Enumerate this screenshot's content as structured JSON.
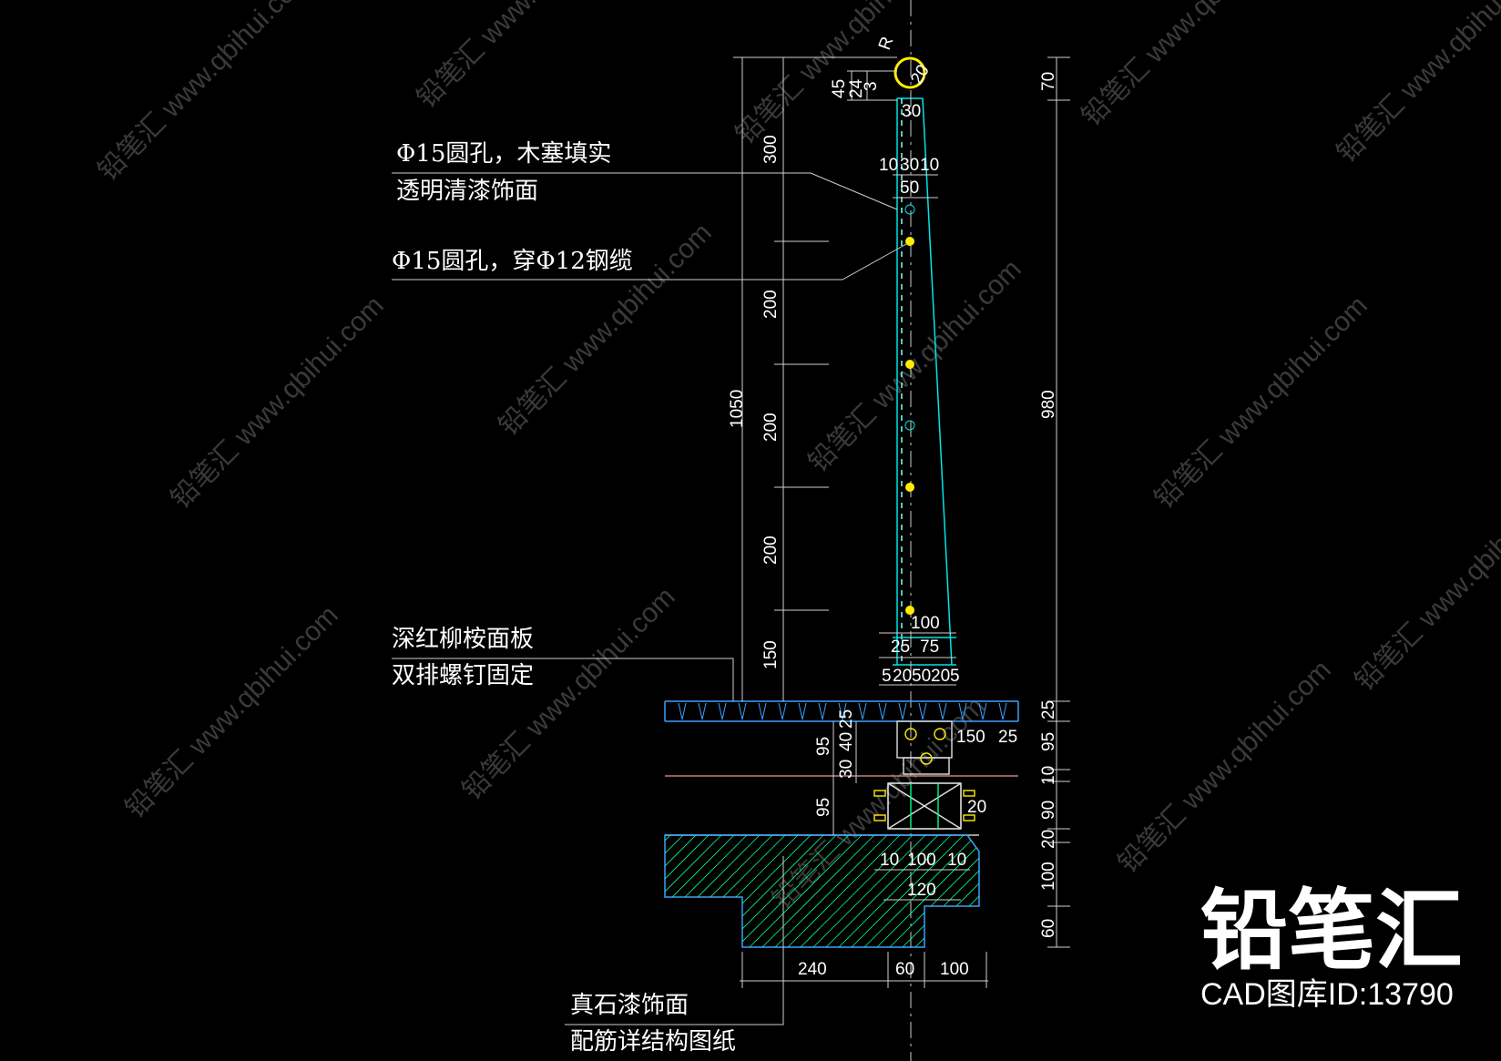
{
  "drawing": {
    "notes": {
      "hole_plugged_line1": "Φ15圆孔，木塞填实",
      "hole_plugged_line2": "透明清漆饰面",
      "hole_cable": "Φ15圆孔，穿Φ12钢缆",
      "deck_line1": "深红柳桉面板",
      "deck_line2": "双排螺钉固定",
      "base_line1": "真石漆饰面",
      "base_line2": "配筋详结构图纸"
    },
    "rail": {
      "radius_label": "R",
      "size_label": "20"
    },
    "dims_left_outer": [
      "1050"
    ],
    "dims_left_inner": [
      "300",
      "200",
      "200",
      "200",
      "150"
    ],
    "dims_top_small": [
      "45",
      "24",
      "3"
    ],
    "dims_post_top": [
      "10",
      "30",
      "10",
      "50",
      "30"
    ],
    "dims_post_base": [
      "100",
      "25",
      "75",
      "5",
      "20",
      "50",
      "20",
      "5"
    ],
    "dims_right": [
      "70",
      "980",
      "25",
      "95",
      "10",
      "90",
      "20",
      "100",
      "60"
    ],
    "dims_footing_detail": [
      "150",
      "25",
      "20",
      "10",
      "100",
      "10",
      "120"
    ],
    "dims_left_lower": [
      "95",
      "30",
      "40",
      "25",
      "95"
    ],
    "dims_bottom": [
      "240",
      "60",
      "100"
    ],
    "colors": {
      "post": "#00e6e6",
      "deck": "#3aa0ff",
      "bolt": "#ffee00",
      "hatch": "#00ff88",
      "line": "#d0d0d0"
    }
  },
  "watermark": {
    "site": "www.qbihui.com",
    "brand": "铅笔汇"
  },
  "brand": {
    "logo_text": "铅笔汇",
    "library_id": "CAD图库ID:13790"
  }
}
